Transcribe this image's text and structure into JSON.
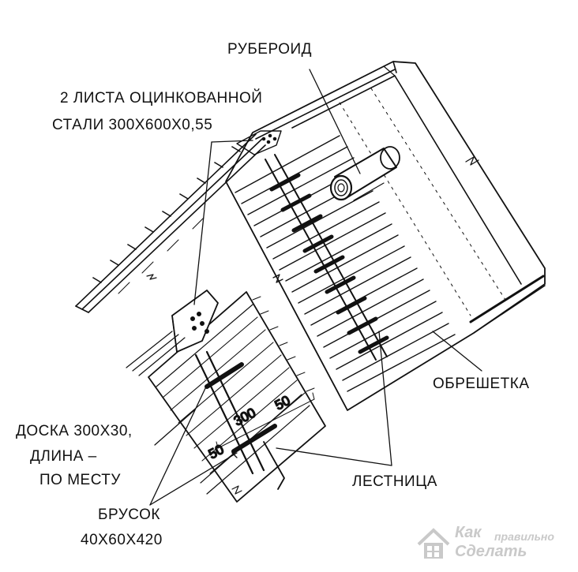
{
  "labels": {
    "ruberoid": "РУБЕРОИД",
    "sheets_line1": "2 ЛИСТА ОЦИНКОВАННОЙ",
    "sheets_line2": "СТАЛИ 300Х600Х0,55",
    "obreshetka": "ОБРЕШЕТКА",
    "doska_line1": "ДОСКА 300Х30,",
    "doska_line2": "ДЛИНА –",
    "doska_line3": "ПО МЕСТУ",
    "lestnitsa": "ЛЕСТНИЦА",
    "brusok_line1": "БРУСОК",
    "brusok_line2": "40Х60Х420"
  },
  "dimensions": {
    "d1": "50",
    "d2": "300",
    "d3": "50"
  },
  "watermark": {
    "kak": "Как",
    "pravilno": "правильно",
    "sdelat": "Сделать"
  },
  "colors": {
    "ink": "#111111",
    "watermark": "#c9c9c9"
  }
}
